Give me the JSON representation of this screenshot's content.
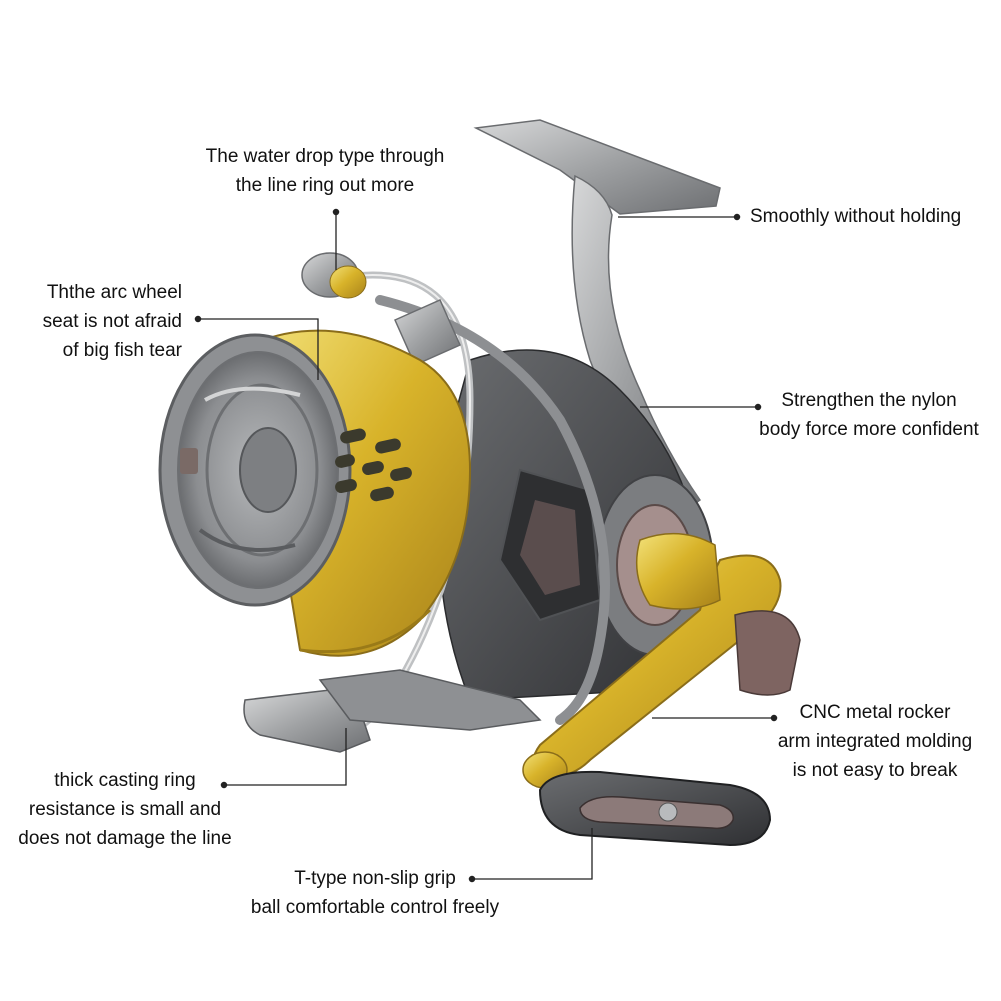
{
  "callouts": {
    "water_drop": {
      "lines": [
        "The water drop type through",
        "the line ring out more"
      ]
    },
    "smoothly": {
      "lines": [
        "Smoothly without holding"
      ]
    },
    "arc_wheel": {
      "lines": [
        "Ththe arc wheel",
        "seat is not afraid",
        "of big fish tear"
      ]
    },
    "nylon": {
      "lines": [
        "Strengthen the nylon",
        "body force more confident"
      ]
    },
    "cnc": {
      "lines": [
        "CNC metal rocker",
        "arm integrated molding",
        "is not easy to break"
      ]
    },
    "casting_ring": {
      "lines": [
        "thick casting ring",
        "resistance is small and",
        "does not damage the line"
      ]
    },
    "grip": {
      "lines": [
        "T-type non-slip grip",
        "ball comfortable control freely"
      ]
    }
  },
  "colors": {
    "gold": "#d9b52a",
    "gold_light": "#f1dc6a",
    "silver": "#9a9c9e",
    "silver_light": "#c9cacb",
    "dark_gray": "#4b4d50",
    "knob": "#3a3b3e",
    "bronze": "#8a6f6a",
    "leader": "#222222"
  }
}
